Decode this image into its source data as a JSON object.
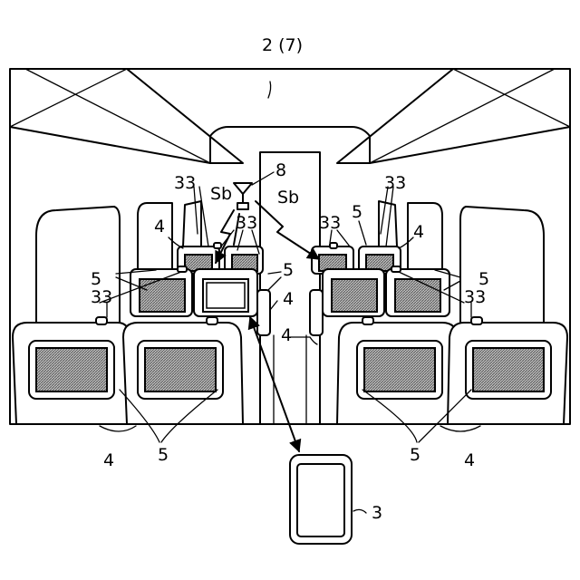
{
  "labels": {
    "cabin": "2 (7)",
    "antenna": "8",
    "signal_left": "Sb",
    "signal_right": "Sb",
    "terminal": "3",
    "seat": "4",
    "display": "5",
    "seat_device": "33"
  }
}
